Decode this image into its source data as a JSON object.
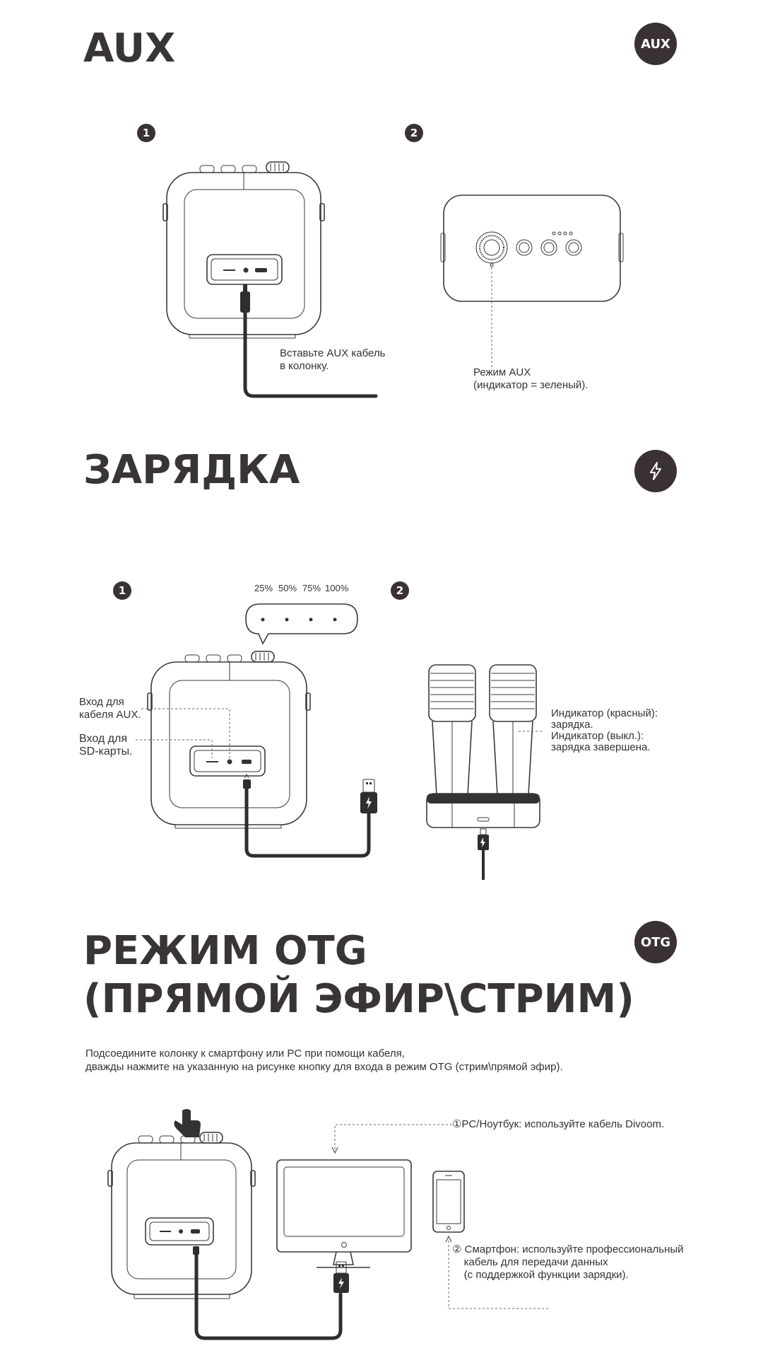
{
  "sections": {
    "aux": {
      "title": "AUX",
      "badge": "AUX",
      "step1": "1",
      "step2": "2",
      "note1": "Вставьте AUX кабель\nв колонку.",
      "note2": "Режим AUX\n(индикатор = зеленый)."
    },
    "charge": {
      "title": "ЗАРЯДКА",
      "badge_icon": "lightning-icon",
      "step1": "1",
      "step2": "2",
      "levels": [
        "25%",
        "50%",
        "75%",
        "100%"
      ],
      "label_aux_in": "Вход для\nкабеля AUX.",
      "label_sd": "Вход для\nSD-карты.",
      "mic_note": "Индикатор (красный):\nзарядка.\nИндикатор (выкл.):\nзарядка завершена."
    },
    "otg": {
      "title_line1": "РЕЖИМ OTG",
      "title_line2": "(ПРЯМОЙ ЭФИР\\СТРИМ)",
      "badge": "OTG",
      "desc_line1": "Подсоедините колонку к смартфону или PC при помощи кабеля,",
      "desc_line2": "дважды нажмите на указанную на рисунке кнопку для входа в режим OTG (стрим\\прямой эфир).",
      "pc_note": "①PC/Ноутбук: используйте кабель Divoom.",
      "phone_note": "② Смартфон: используйте профессиональный\n    кабель для передачи данных\n    (с поддержкой функции зарядки)."
    }
  },
  "colors": {
    "badge_bg": "#3a3232",
    "title": "#3a3535",
    "line": "#3a3a3a"
  }
}
